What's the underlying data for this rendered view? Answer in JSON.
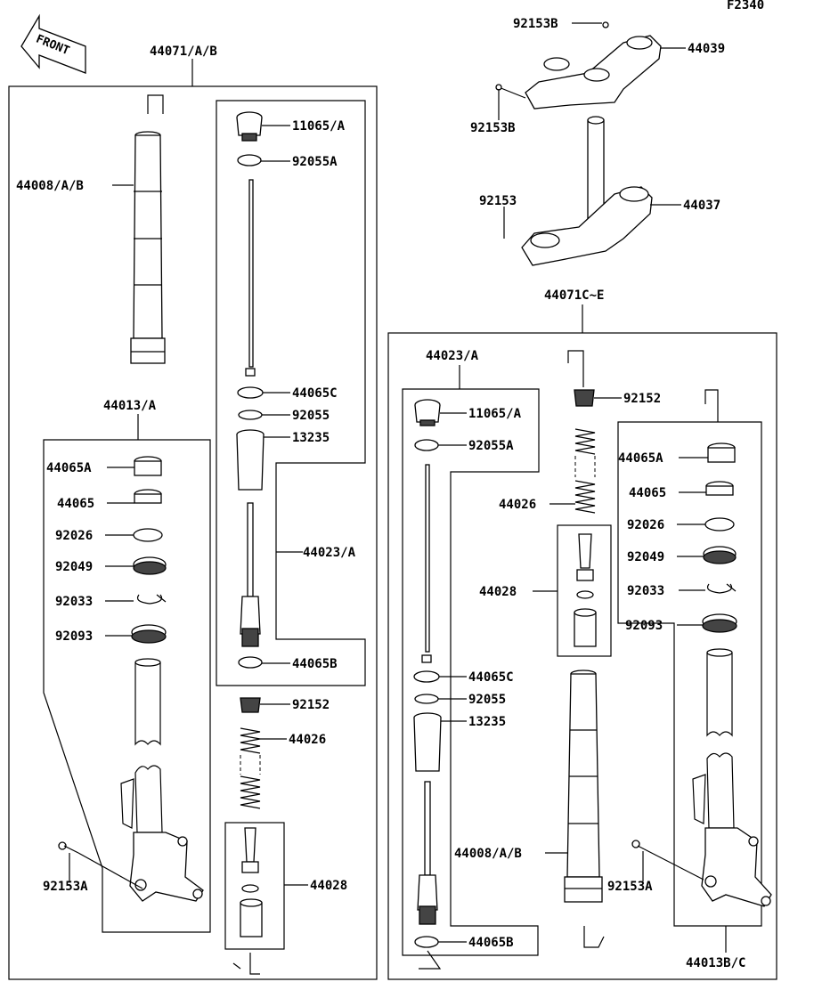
{
  "figure_code": "F2340",
  "front_label": "FRONT",
  "groups": {
    "left_outer": "44071/A/B",
    "left_sub": "44013/A",
    "left_cartridge": "44023/A",
    "right_outer": "44071C~E",
    "right_cartridge": "44023/A",
    "right_sub": "44013B/C"
  },
  "callouts": {
    "c01": "92153B",
    "c02": "44039",
    "c03": "92153B",
    "c04": "92153",
    "c05": "44037",
    "c06": "44008/A/B",
    "c07": "11065/A",
    "c08": "92055A",
    "c09": "44065C",
    "c10": "92055",
    "c11": "13235",
    "c12": "44065A",
    "c13": "44065",
    "c14": "92026",
    "c15": "92049",
    "c16": "92033",
    "c17": "92093",
    "c18": "44023/A",
    "c19": "44065B",
    "c20": "92152",
    "c21": "44026",
    "c22": "92153A",
    "c23": "44028",
    "c24": "11065/A",
    "c25": "92055A",
    "c26": "92152",
    "c27": "44026",
    "c28": "44028",
    "c29": "44065A",
    "c30": "44065",
    "c31": "92026",
    "c32": "92049",
    "c33": "92033",
    "c34": "92093",
    "c35": "44065C",
    "c36": "92055",
    "c37": "13235",
    "c38": "44008/A/B",
    "c39": "92153A",
    "c40": "44065B"
  }
}
